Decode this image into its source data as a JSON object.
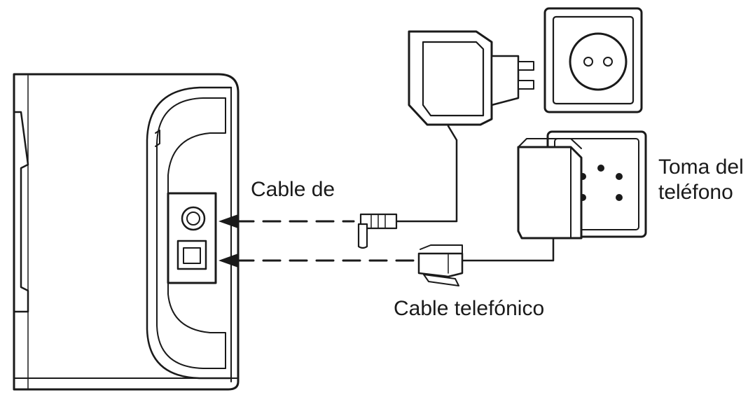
{
  "labels": {
    "power_cable": "Cable de",
    "phone_cable": "Cable telefónico",
    "phone_jack_line1": "Toma del",
    "phone_jack_line2": "teléfono"
  },
  "colors": {
    "line": "#1a1a1a",
    "background": "#ffffff"
  }
}
